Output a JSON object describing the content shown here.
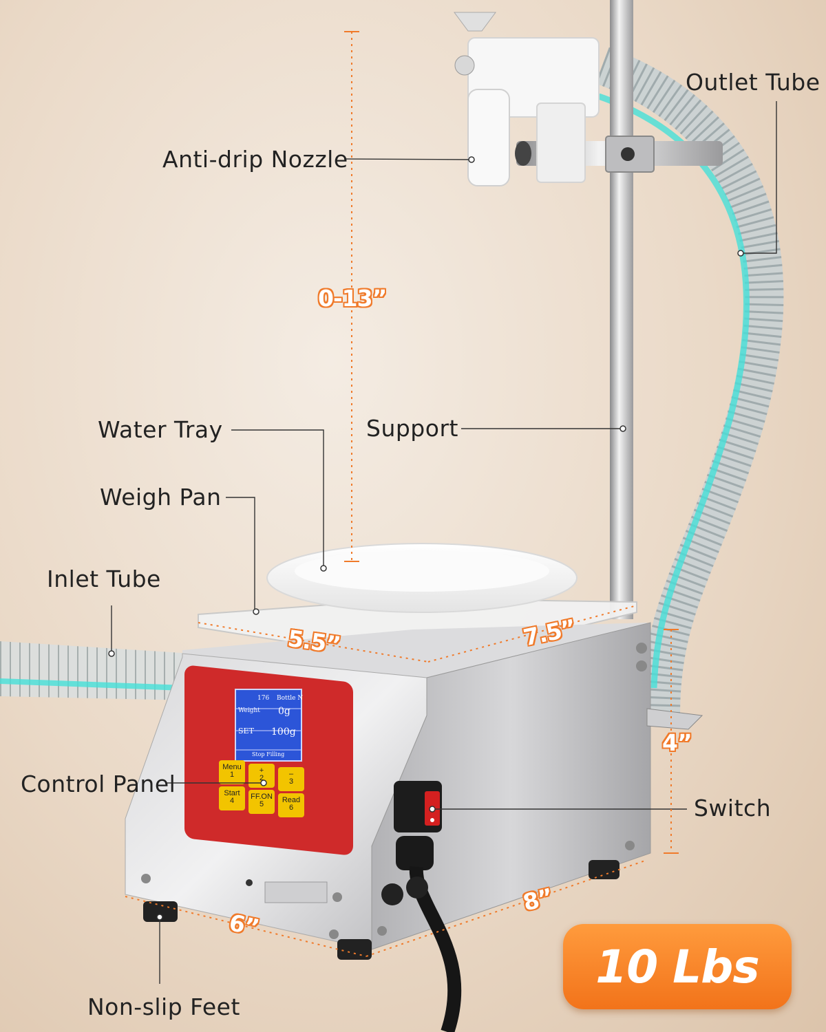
{
  "colors": {
    "accent": "#f07a2a",
    "badge": "#f58a26",
    "panel": "#d42c2c",
    "screen": "#2c55d8",
    "key": "#f2c400",
    "tube": "#46e0d8"
  },
  "labels": {
    "outlet_tube": "Outlet Tube",
    "anti_drip_nozzle": "Anti-drip Nozzle",
    "water_tray": "Water Tray",
    "support": "Support",
    "weigh_pan": "Weigh Pan",
    "inlet_tube": "Inlet Tube",
    "control_panel": "Control Panel",
    "switch": "Switch",
    "non_slip_feet": "Non-slip Feet"
  },
  "dimensions": {
    "height_range": "0-13”",
    "tray_width": "5.5”",
    "tray_depth": "7.5”",
    "body_height": "4”",
    "body_depth": "8”",
    "body_width": "6”"
  },
  "weight_badge": "10 Lbs",
  "display": {
    "count": "176",
    "mode": "Bottle N",
    "weight_label": "Weight",
    "weight_value": "0g",
    "set_label": "SET",
    "set_value": "100g",
    "status": "Stop Filling"
  },
  "keypad": [
    {
      "label": "Menu",
      "num": "1"
    },
    {
      "label": "+",
      "num": "2"
    },
    {
      "label": "–",
      "num": "3"
    },
    {
      "label": "Start",
      "num": "4"
    },
    {
      "label": "FF.ON",
      "num": "5"
    },
    {
      "label": "Read",
      "num": "6"
    }
  ]
}
